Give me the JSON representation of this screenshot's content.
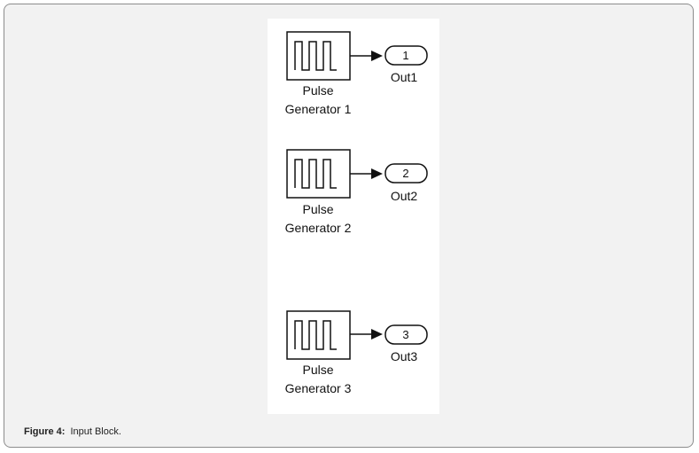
{
  "figure": {
    "label": "Figure 4:",
    "caption": "Input Block."
  },
  "blocks": [
    {
      "name_line1": "Pulse",
      "name_line2": "Generator 1",
      "port_number": "1",
      "port_label": "Out1"
    },
    {
      "name_line1": "Pulse",
      "name_line2": "Generator 2",
      "port_number": "2",
      "port_label": "Out2"
    },
    {
      "name_line1": "Pulse",
      "name_line2": "Generator 3",
      "port_number": "3",
      "port_label": "Out3"
    }
  ],
  "colors": {
    "frame_background": "#f2f2f2",
    "canvas_background": "#ffffff",
    "stroke": "#111111"
  }
}
